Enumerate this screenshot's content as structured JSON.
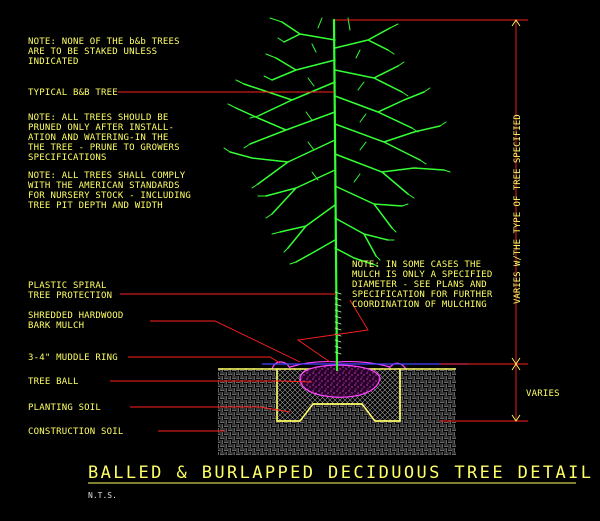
{
  "notes": {
    "staking": [
      "NOTE: NONE OF THE b&b TREES",
      "ARE TO BE STAKED UNLESS",
      "INDICATED"
    ],
    "pruning": [
      "NOTE: ALL TREES SHOULD BE",
      "PRUNED ONLY AFTER INSTALL-",
      "ATION AND WATERING-IN THE",
      "THE TREE - PRUNE TO GROWERS",
      "SPECIFICATIONS"
    ],
    "standards": [
      "NOTE: ALL TREES SHALL COMPLY",
      "WITH THE AMERICAN STANDARDS",
      "FOR NURSERY STOCK - INCLUDING",
      "TREE PIT DEPTH AND WIDTH"
    ],
    "mulch": [
      "NOTE: IN SOME CASES THE",
      "MULCH IS ONLY A SPECIFIED",
      "DIAMETER - SEE PLANS AND",
      "SPECIFICATION FOR FURTHER",
      "COORDINATION OF MULCHING"
    ]
  },
  "labels": {
    "typical_tree": "TYPICAL B&B TREE",
    "spiral_1": "PLASTIC SPIRAL",
    "spiral_2": "TREE PROTECTION",
    "mulch_1": "SHREDDED HARDWOOD",
    "mulch_2": "BARK MULCH",
    "muddle_ring": "3-4\" MUDDLE RING",
    "tree_ball": "TREE BALL",
    "planting_soil": "PLANTING SOIL",
    "construction_soil": "CONSTRUCTION SOIL"
  },
  "dimensions": {
    "height": "VARIES W/THE TYPE OF TREE SPECIFIED",
    "depth": "VARIES"
  },
  "title": "BALLED & BURLAPPED DECIDUOUS TREE DETAIL",
  "scale": "N.T.S.",
  "colors": {
    "background": "#000000",
    "text": "#ffff66",
    "leader": "#ff2020",
    "tree": "#33ff33",
    "soil_outline": "#ffff66",
    "mulch": "#ff44ff",
    "ground_line": "#4444ff"
  }
}
